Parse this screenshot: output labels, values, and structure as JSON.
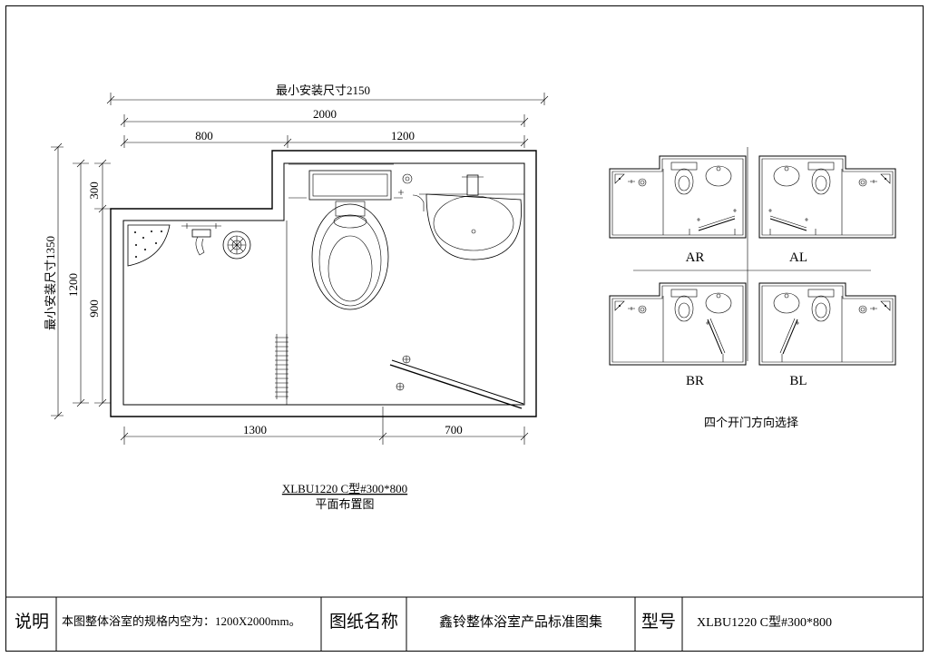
{
  "main_plan": {
    "dims": {
      "min_install_width": "最小安装尺寸2150",
      "overall_width": "2000",
      "left_section": "800",
      "right_section": "1200",
      "min_install_height": "最小安装尺寸1350",
      "overall_height": "1200",
      "top_offset": "300",
      "lower_height": "900",
      "bottom_left": "1300",
      "bottom_right": "700"
    },
    "model_caption": "XLBU1220 C型#300*800",
    "plan_caption": "平面布置图"
  },
  "door_options": {
    "variants": [
      "AR",
      "AL",
      "BR",
      "BL"
    ],
    "caption": "四个开门方向选择"
  },
  "title_block": {
    "note_label": "说明",
    "note_text": "本图整体浴室的规格内空为：1200X2000mm。",
    "drawing_name_label": "图纸名称",
    "drawing_name": "鑫铃整体浴室产品标准图集",
    "model_label": "型号",
    "model_value": "XLBU1220 C型#300*800"
  }
}
